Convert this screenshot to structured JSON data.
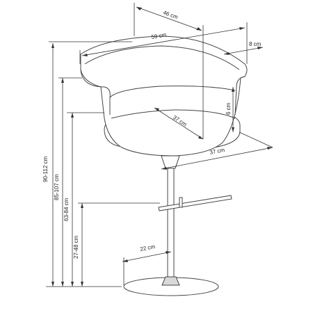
{
  "colors": {
    "line": "#333333",
    "chair_stroke": "#555555",
    "chair_fill": "#ffffff"
  },
  "dimensions": {
    "seat_depth_top": "46 cm",
    "total_width": "59 cm",
    "armrest_width": "8 cm",
    "armrest_height": "6 cm",
    "seat_diagonal": "37 cm",
    "seat_width": "37 cm",
    "total_height": "90-112 cm",
    "back_height": "85-107 cm",
    "seat_height": "63-84 cm",
    "footrest_height": "27-48 cm",
    "base_radius": "22 cm"
  }
}
